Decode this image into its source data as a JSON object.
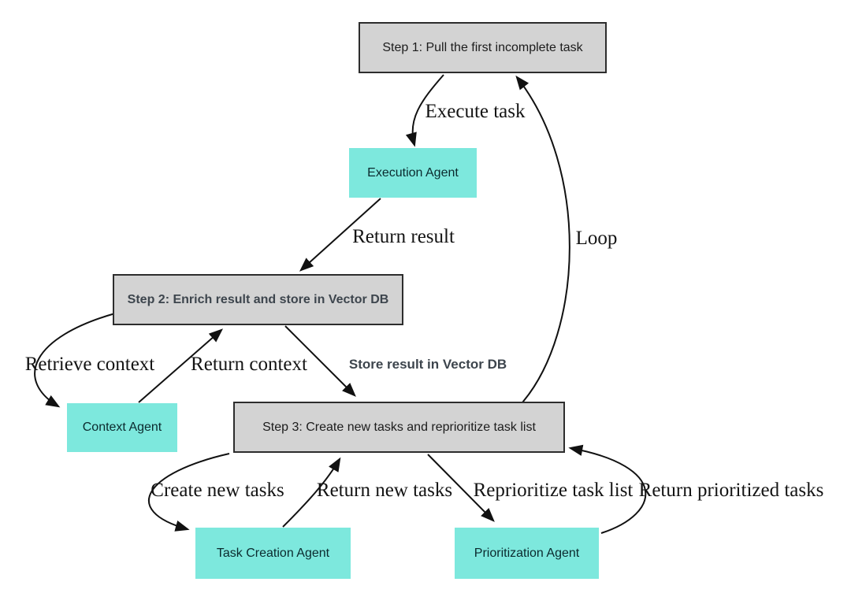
{
  "diagram": {
    "type": "flowchart",
    "background": "#ffffff",
    "colors": {
      "step_box_fill": "#d3d3d3",
      "step_box_border": "#2d2d2d",
      "agent_box_fill": "#7de8dd",
      "edge_stroke": "#111111",
      "edge_label_text": "#141414",
      "emphasis_text": "#3d454d"
    },
    "nodes": {
      "step1": {
        "label": "Step 1: Pull the first incomplete task",
        "type": "step"
      },
      "step2": {
        "label": "Step 2: Enrich result and store in Vector DB",
        "type": "step"
      },
      "step3": {
        "label": "Step 3: Create new tasks and reprioritize task list",
        "type": "step"
      },
      "execution_agent": {
        "label": "Execution Agent",
        "type": "agent"
      },
      "context_agent": {
        "label": "Context Agent",
        "type": "agent"
      },
      "task_creation_agent": {
        "label": "Task Creation Agent",
        "type": "agent"
      },
      "prioritization_agent": {
        "label": "Prioritization Agent",
        "type": "agent"
      }
    },
    "edges": {
      "execute_task": {
        "label": "Execute task",
        "from": "step1",
        "to": "execution_agent"
      },
      "return_result": {
        "label": "Return result",
        "from": "execution_agent",
        "to": "step2"
      },
      "loop": {
        "label": "Loop",
        "from": "step3",
        "to": "step1"
      },
      "retrieve_context": {
        "label": "Retrieve context",
        "from": "step2",
        "to": "context_agent"
      },
      "return_context": {
        "label": "Return context",
        "from": "context_agent",
        "to": "step2"
      },
      "store_result": {
        "label": "Store result in Vector DB",
        "from": "step2",
        "to": "step3"
      },
      "create_new_tasks": {
        "label": "Create new tasks",
        "from": "step3",
        "to": "task_creation_agent"
      },
      "return_new_tasks": {
        "label": "Return new tasks",
        "from": "task_creation_agent",
        "to": "step3"
      },
      "reprioritize_task_list": {
        "label": "Reprioritize task list",
        "from": "step3",
        "to": "prioritization_agent"
      },
      "return_prioritized_tasks": {
        "label": "Return prioritized tasks",
        "from": "prioritization_agent",
        "to": "step3"
      }
    }
  }
}
